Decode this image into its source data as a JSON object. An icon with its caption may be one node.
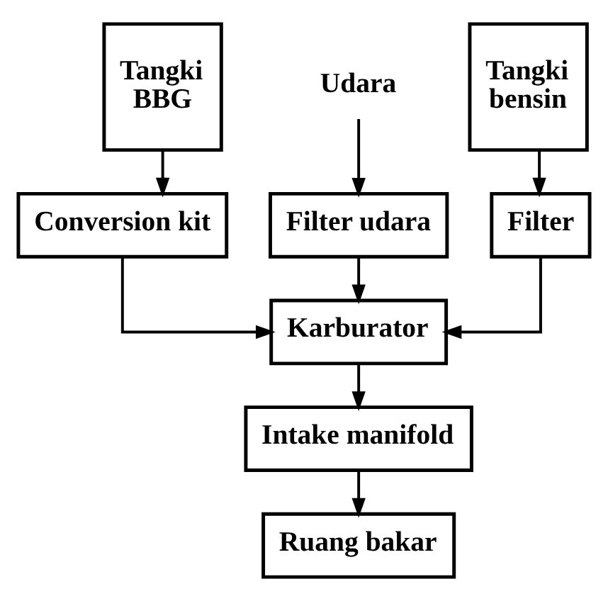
{
  "diagram": {
    "nodes": [
      {
        "text": [
          "Tangki BBG"
        ]
      },
      {
        "text": [
          "Udara"
        ]
      },
      {
        "text": [
          "Tangki bensin"
        ]
      },
      {
        "text": [
          "Conversion kit"
        ]
      },
      {
        "text": [
          "Filter udara"
        ]
      },
      {
        "text": [
          "Filter"
        ]
      },
      {
        "text": [
          "Karburator"
        ]
      },
      {
        "text": [
          "Intake manifold"
        ]
      },
      {
        "text": [
          "Ruang bakar"
        ]
      }
    ],
    "edges": [
      {
        "from": 0,
        "to": 3,
        "arrow": "to"
      },
      {
        "from": 1,
        "to": 4,
        "arrow": "to"
      },
      {
        "from": 2,
        "to": 5,
        "arrow": "to"
      },
      {
        "from": 3,
        "to": 6,
        "arrow": "to"
      },
      {
        "from": 4,
        "to": 6,
        "arrow": "to"
      },
      {
        "from": 5,
        "to": 6,
        "arrow": "to"
      },
      {
        "from": 6,
        "to": 7,
        "arrow": "to"
      },
      {
        "from": 7,
        "to": 8,
        "arrow": "to"
      }
    ]
  }
}
